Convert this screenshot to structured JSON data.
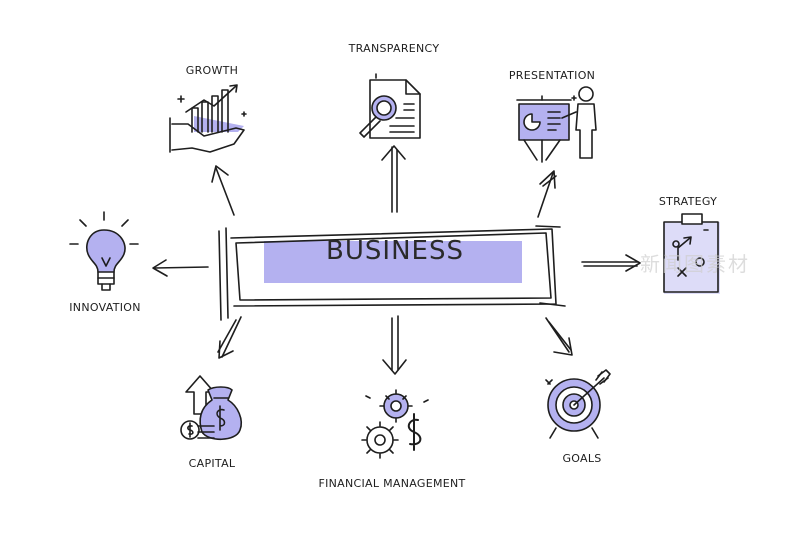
{
  "center": {
    "label": "BUSINESS"
  },
  "nodes": {
    "growth": {
      "label": "GROWTH"
    },
    "transparency": {
      "label": "TRANSPARENCY"
    },
    "presentation": {
      "label": "PRESENTATION"
    },
    "strategy": {
      "label": "STRATEGY"
    },
    "innovation": {
      "label": "INNOVATION"
    },
    "capital": {
      "label": "CAPITAL"
    },
    "financial_management": {
      "label": "FINANCIAL MANAGEMENT"
    },
    "goals": {
      "label": "GOALS"
    }
  },
  "watermark": {
    "text": "新闻图素材"
  },
  "colors": {
    "accent": "#a9a6ef",
    "ink": "#1e1e1e"
  }
}
